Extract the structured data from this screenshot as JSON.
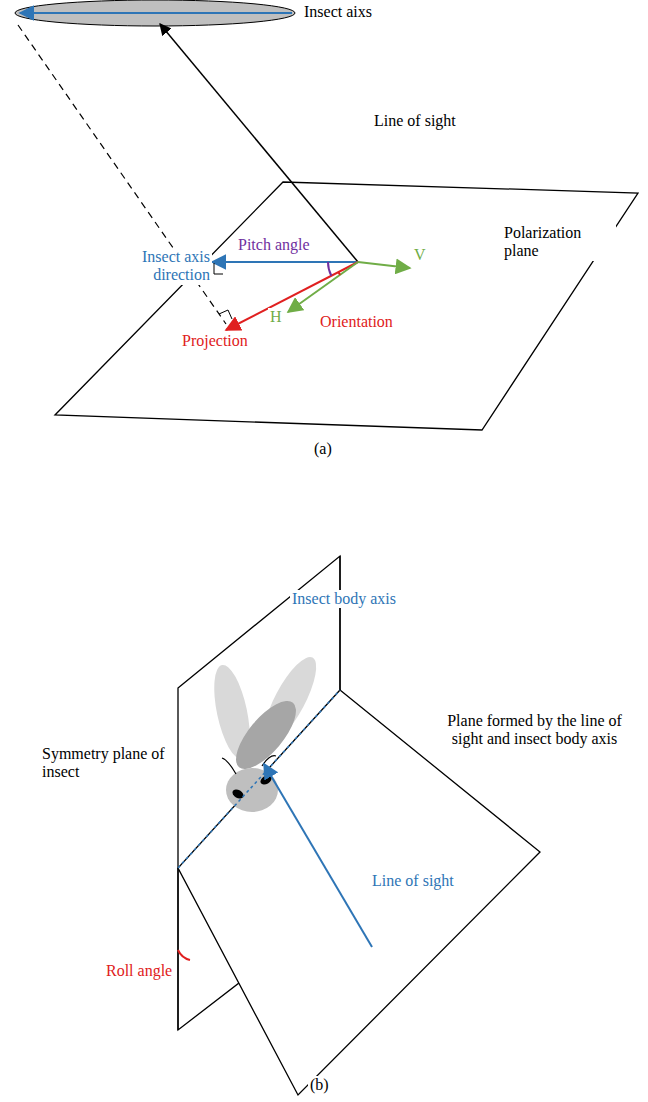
{
  "diagram": {
    "labels": [
      "Insect aixs",
      "Line of sight",
      "Polarization plane",
      "Insect axis direction",
      "Pitch angle",
      "V",
      "H",
      "Orientation",
      "Projection",
      "(a)",
      "Insect body axis",
      "Symmetry plane of insect",
      "Plane formed by the line of sight and insect body axis",
      "Line of sight",
      "Roll angle",
      "(b)"
    ]
  }
}
